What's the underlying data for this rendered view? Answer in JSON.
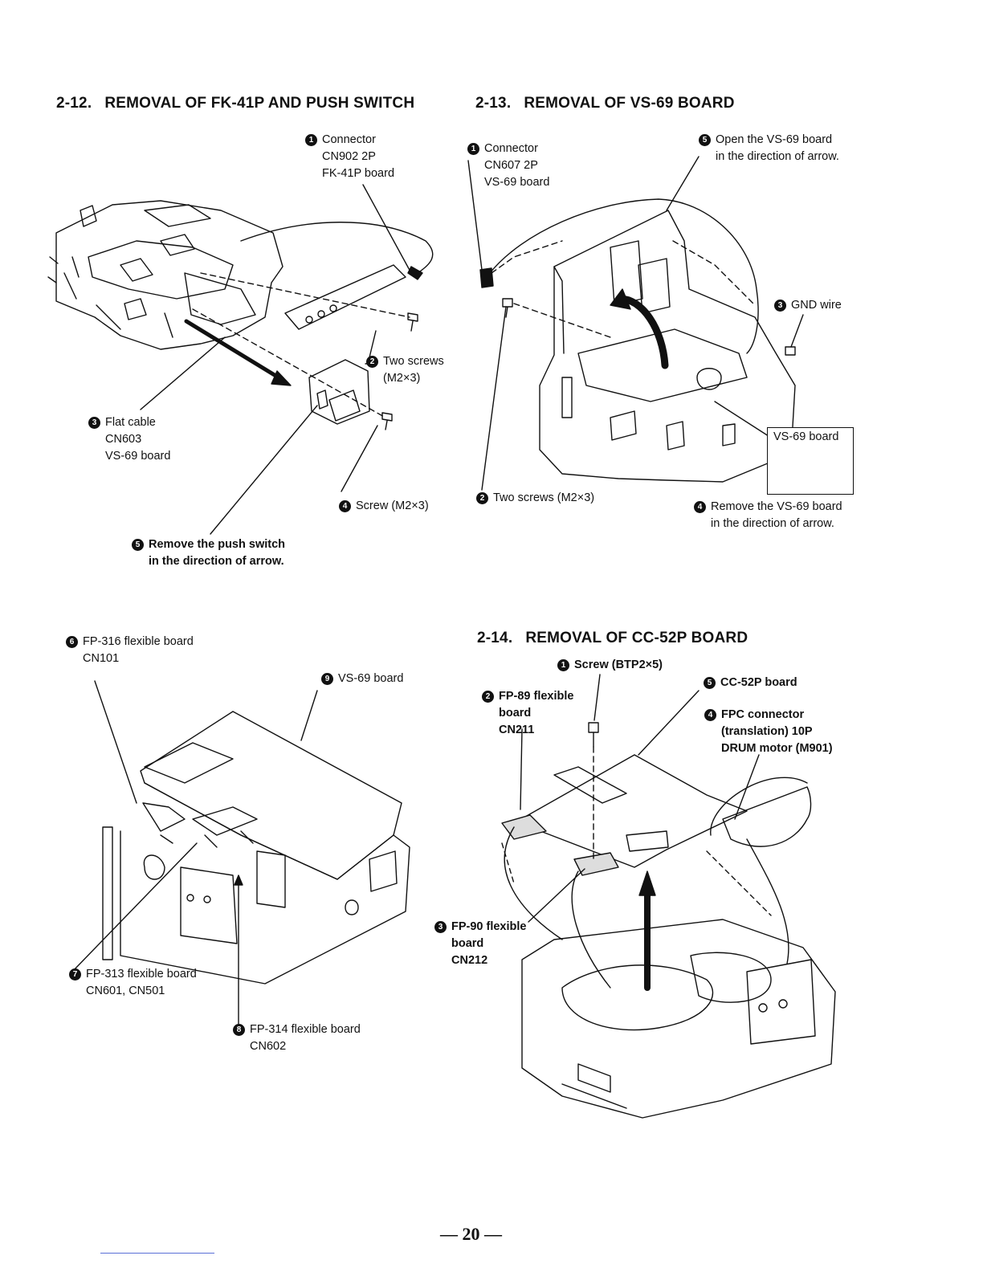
{
  "page": {
    "number_text": "— 20 —"
  },
  "sections": [
    {
      "id": "s212",
      "number": "2-12.",
      "title": "REMOVAL OF FK-41P AND PUSH SWITCH",
      "callouts": [
        {
          "step": "1",
          "lines": [
            "Connector",
            "CN902 2P",
            "FK-41P board"
          ]
        },
        {
          "step": "2",
          "lines": [
            "Two screws",
            "(M2×3)"
          ]
        },
        {
          "step": "3",
          "lines": [
            "Flat cable",
            "CN603",
            "VS-69 board"
          ]
        },
        {
          "step": "4",
          "lines": [
            "Screw (M2×3)"
          ]
        },
        {
          "step": "5",
          "lines": [
            "Remove the push switch",
            "in the direction of arrow."
          ]
        }
      ]
    },
    {
      "id": "s213",
      "number": "2-13.",
      "title": "REMOVAL OF VS-69 BOARD",
      "callouts": [
        {
          "step": "1",
          "lines": [
            "Connector",
            "CN607 2P",
            "VS-69 board"
          ]
        },
        {
          "step": "2",
          "lines": [
            "Two screws (M2×3)"
          ]
        },
        {
          "step": "3",
          "lines": [
            "GND wire"
          ]
        },
        {
          "step": "4",
          "lines": [
            "Remove the VS-69 board",
            "in the direction of arrow."
          ]
        },
        {
          "step": "5",
          "lines": [
            "Open the VS-69 board",
            "in the direction of arrow."
          ]
        }
      ],
      "inset_label": "VS-69 board"
    },
    {
      "id": "flex",
      "callouts": [
        {
          "step": "6",
          "lines": [
            "FP-316 flexible board",
            "CN101"
          ]
        },
        {
          "step": "7",
          "lines": [
            "FP-313 flexible board",
            "CN601, CN501"
          ]
        },
        {
          "step": "8",
          "lines": [
            "FP-314 flexible board",
            "CN602"
          ]
        },
        {
          "step": "9",
          "lines": [
            "VS-69 board"
          ]
        }
      ]
    },
    {
      "id": "s214",
      "number": "2-14.",
      "title": "REMOVAL OF CC-52P BOARD",
      "callouts": [
        {
          "step": "1",
          "lines": [
            "Screw (BTP2×5)"
          ]
        },
        {
          "step": "2",
          "lines": [
            "FP-89 flexible",
            "board",
            "CN211"
          ]
        },
        {
          "step": "3",
          "lines": [
            "FP-90 flexible",
            "board",
            "CN212"
          ]
        },
        {
          "step": "4",
          "lines": [
            "FPC connector",
            "(translation) 10P",
            "DRUM motor (M901)"
          ]
        },
        {
          "step": "5",
          "lines": [
            "CC-52P board"
          ]
        }
      ]
    }
  ]
}
